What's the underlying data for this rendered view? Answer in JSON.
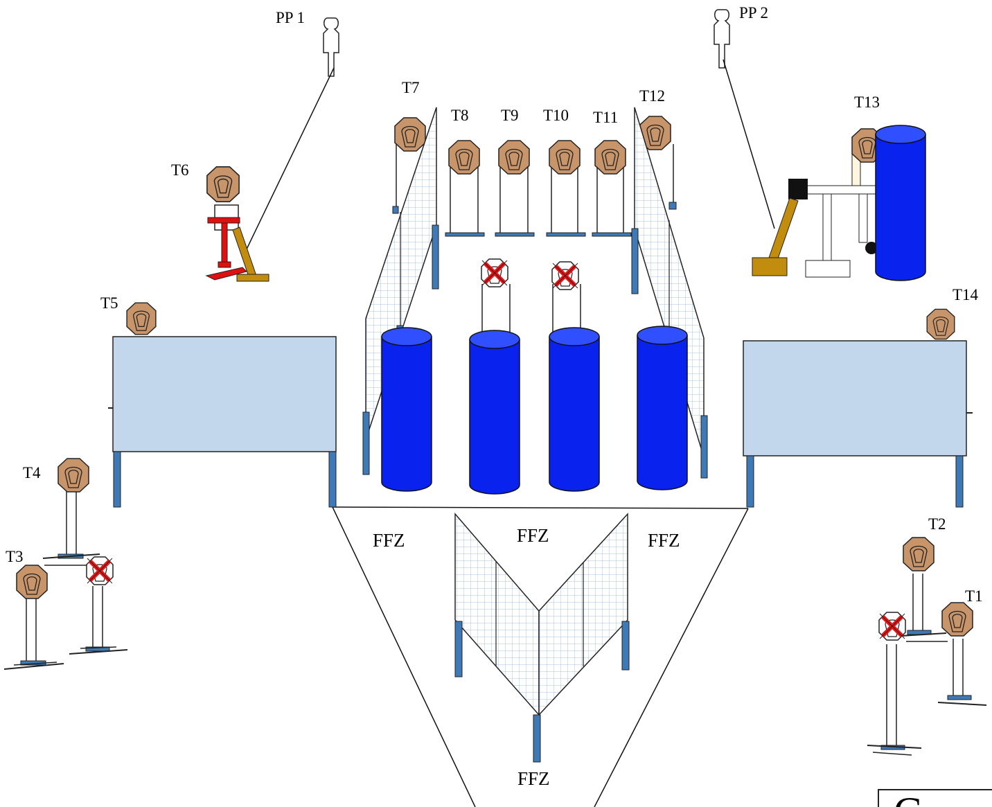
{
  "title": "",
  "labels": {
    "pp1": "PP 1",
    "pp2": "PP 2",
    "t1": "T1",
    "t2": "T2",
    "t3": "T3",
    "t4": "T4",
    "t5": "T5",
    "t6": "T6",
    "t7": "T7",
    "t8": "T8",
    "t9": "T9",
    "t10": "T10",
    "t11": "T11",
    "t12": "T12",
    "t13": "T13",
    "t14": "T14"
  },
  "zones": {
    "ffz_left": "FFZ",
    "ffz_center": "FFZ",
    "ffz_right": "FFZ",
    "ffz_bottom": "FFZ"
  },
  "corner_box_glyph": "G",
  "colors": {
    "target_tan": "#c8956a",
    "barrel_blue": "#0a22ee",
    "barrel_top": "#3050ff",
    "wall_fill": "#c2d6ec",
    "post_blue": "#3f7ab6",
    "mesh_line": "#a9c3e0",
    "no_shoot_x": "#ee1111",
    "gold": "#c28d0e",
    "red_stand": "#e01010"
  }
}
